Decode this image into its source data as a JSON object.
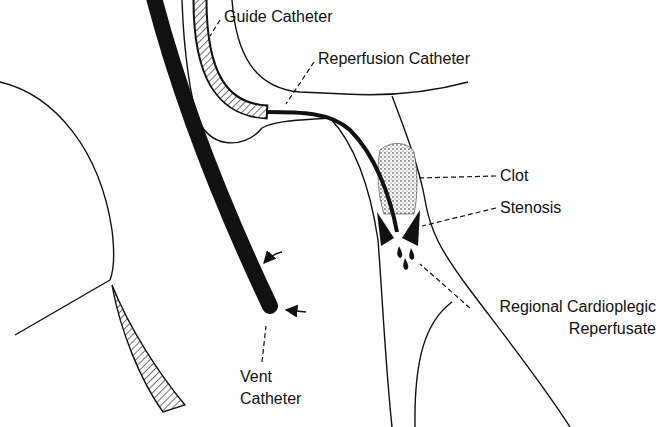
{
  "diagram": {
    "labels": [
      "Guide Catheter",
      "Reperfusion Catheter",
      "Clot",
      "Stenosis",
      "Regional Cardioplegic Reperfusate",
      "Vent Catheter"
    ]
  }
}
